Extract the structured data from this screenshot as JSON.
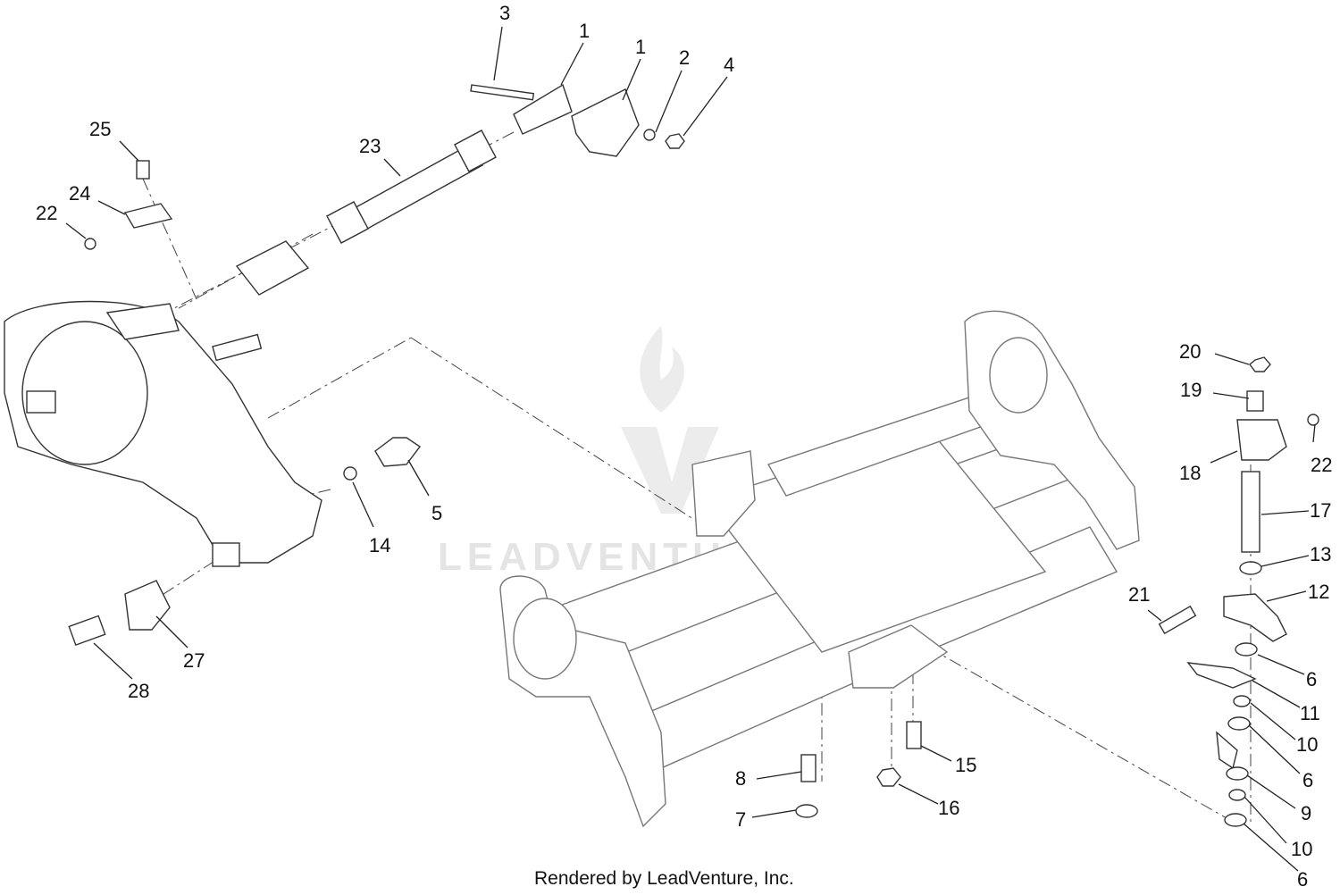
{
  "diagram": {
    "watermark_text": "LEADVENTURE",
    "footer_text": "Rendered by LeadVenture, Inc.",
    "callouts": [
      {
        "id": "c3",
        "label": "3"
      },
      {
        "id": "c1a",
        "label": "1"
      },
      {
        "id": "c1b",
        "label": "1"
      },
      {
        "id": "c2",
        "label": "2"
      },
      {
        "id": "c4",
        "label": "4"
      },
      {
        "id": "c25",
        "label": "25"
      },
      {
        "id": "c23",
        "label": "23"
      },
      {
        "id": "c24",
        "label": "24"
      },
      {
        "id": "c22a",
        "label": "22"
      },
      {
        "id": "c5",
        "label": "5"
      },
      {
        "id": "c14",
        "label": "14"
      },
      {
        "id": "c27",
        "label": "27"
      },
      {
        "id": "c28",
        "label": "28"
      },
      {
        "id": "c20",
        "label": "20"
      },
      {
        "id": "c19",
        "label": "19"
      },
      {
        "id": "c22b",
        "label": "22"
      },
      {
        "id": "c18",
        "label": "18"
      },
      {
        "id": "c17",
        "label": "17"
      },
      {
        "id": "c13",
        "label": "13"
      },
      {
        "id": "c12",
        "label": "12"
      },
      {
        "id": "c21",
        "label": "21"
      },
      {
        "id": "c6a",
        "label": "6"
      },
      {
        "id": "c11",
        "label": "11"
      },
      {
        "id": "c10a",
        "label": "10"
      },
      {
        "id": "c6b",
        "label": "6"
      },
      {
        "id": "c9",
        "label": "9"
      },
      {
        "id": "c10b",
        "label": "10"
      },
      {
        "id": "c6c",
        "label": "6"
      },
      {
        "id": "c15",
        "label": "15"
      },
      {
        "id": "c8",
        "label": "8"
      },
      {
        "id": "c7",
        "label": "7"
      },
      {
        "id": "c16",
        "label": "16"
      }
    ]
  }
}
